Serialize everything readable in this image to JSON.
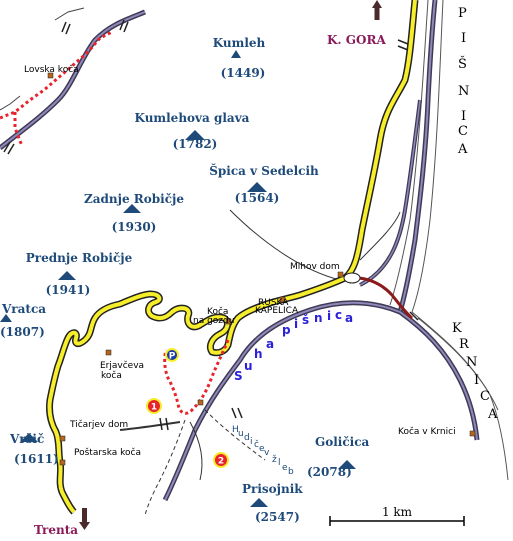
{
  "peaks": [
    {
      "name": "Kumleh",
      "elevation": "(1449)"
    },
    {
      "name": "Kumlehova glava",
      "elevation": "(1782)"
    },
    {
      "name": "Špica v Sedelcih",
      "elevation": "(1564)"
    },
    {
      "name": "Zadnje Robičje",
      "elevation": "(1930)"
    },
    {
      "name": "Prednje Robičje",
      "elevation": "(1941)"
    },
    {
      "name": "Vratca",
      "elevation": "(1807)"
    },
    {
      "name": "Vršič",
      "elevation": "(1611)"
    },
    {
      "name": "Goličica",
      "elevation": "(2078)"
    },
    {
      "name": "Prisojnik",
      "elevation": "(2547)"
    }
  ],
  "places": {
    "lovska_koca": "Lovska koča",
    "mihov_dom": "Mihov dom",
    "ruska_kapelica_1": "RUSKA",
    "ruska_kapelica_2": "KAPELICA",
    "koca_na_gozdu_1": "Koča",
    "koca_na_gozdu_2": "na gozdu",
    "erjavceva_1": "Erjavčeva",
    "erjavceva_2": "koča",
    "ticarjev_dom": "Tičarjev dom",
    "postarska_koca": "Poštarska koča",
    "koca_v_krnici": "Koča v Krnici"
  },
  "rivers": {
    "pisnica": [
      "P",
      "I",
      "Š",
      "N",
      "I",
      "C",
      "A"
    ],
    "krnica": [
      "K",
      "R",
      "N",
      "I",
      "C",
      "A"
    ],
    "suha_pisnica": [
      "S",
      "u",
      "h",
      "a",
      "p",
      "i",
      "š",
      "n",
      "i",
      "c",
      "a"
    ],
    "hudicev_zleb": [
      "H",
      "u",
      "d",
      "i",
      "č",
      "e",
      "v",
      "ž",
      "l",
      "e",
      "b"
    ]
  },
  "towns": {
    "k_gora": "K. GORA",
    "trenta": "Trenta"
  },
  "markers": {
    "parking": "P",
    "route_1": "1",
    "route_2": "2"
  },
  "scale": {
    "label": "1 km"
  },
  "colors": {
    "road_yellow": "#f6ee2a",
    "road_outline": "#222222",
    "river": "#5a4f8a",
    "trail_red": "#e8232c",
    "peak_blue": "#1e4a7a",
    "link_red": "#8b1a1a"
  }
}
